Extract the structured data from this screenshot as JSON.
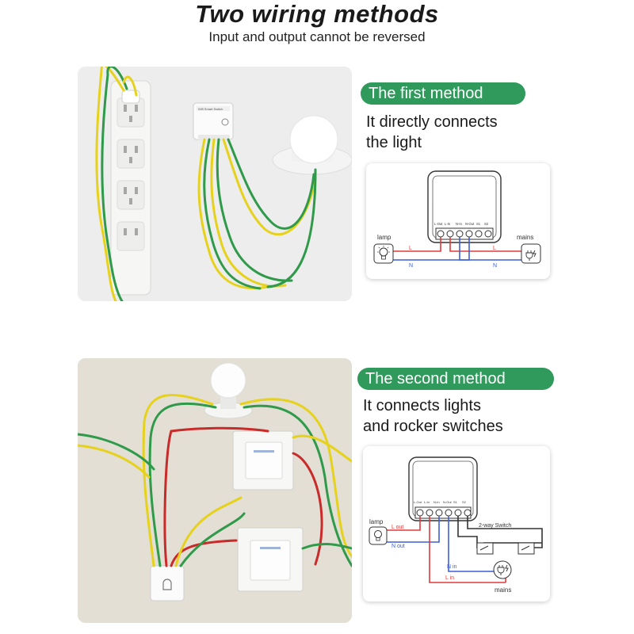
{
  "header": {
    "title": "Two wiring methods",
    "subtitle": "Input and output cannot be reversed"
  },
  "method1": {
    "badge": "The first method",
    "desc_line1": "It directly connects",
    "desc_line2": "the light",
    "diagram": {
      "terminals": [
        "L-Out",
        "L-In",
        "N-In",
        "N-Out",
        "S1",
        "S2"
      ],
      "lamp_label": "lamp",
      "mains_label": "mains",
      "wire_labels": {
        "l_left": "L",
        "n_left": "N",
        "l_right": "L",
        "n_right": "N"
      }
    }
  },
  "method2": {
    "badge": "The second method",
    "desc_line1": "It connects lights",
    "desc_line2": "and rocker switches",
    "diagram": {
      "terminals": [
        "L-Out",
        "L-In",
        "N-In",
        "N-Out",
        "S1",
        "S2"
      ],
      "lamp_label": "lamp",
      "mains_label": "mains",
      "switch_label": "2-way Switch",
      "wire_labels": {
        "l_out": "L out",
        "n_out": "N out",
        "n_in": "N in",
        "l_in": "L in"
      }
    }
  },
  "device_label": "Wifi Smart Switch",
  "colors": {
    "badge_green": "#2f9a5b",
    "wire_red": "#e03b3b",
    "wire_blue": "#3d5fd8",
    "wire_yellow": "#e6d21d",
    "wire_green": "#2f9a4a",
    "wire_dark": "#333333"
  }
}
